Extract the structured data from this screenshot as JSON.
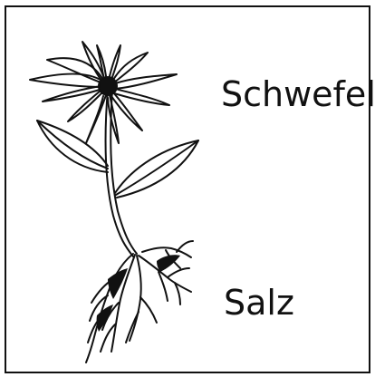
{
  "labels": {
    "upper": "Schwefel",
    "lower": "Salz"
  },
  "illustration": {
    "subject": "flower-plant-with-roots",
    "stroke_color": "#111111",
    "fill_color": "#ffffff"
  }
}
